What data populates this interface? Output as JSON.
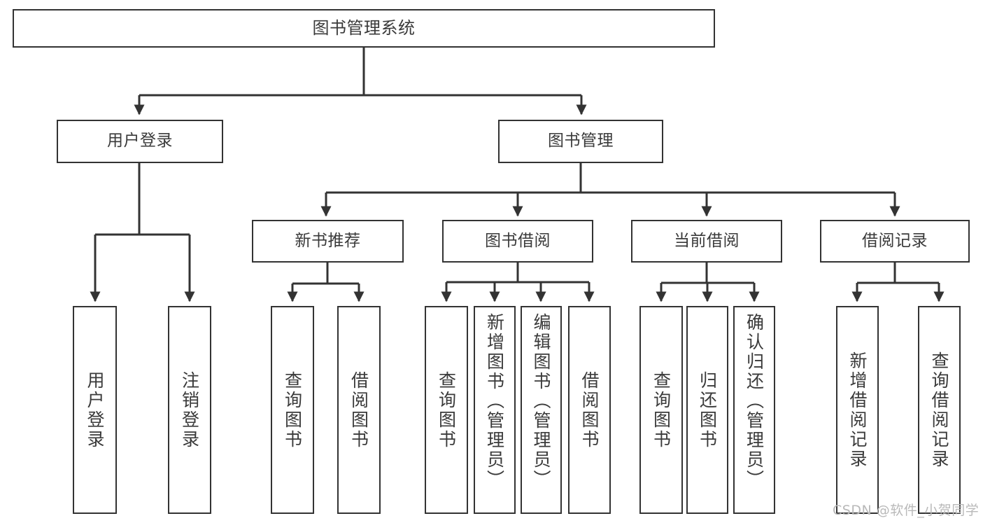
{
  "diagram": {
    "title": "图书管理系统",
    "type": "tree",
    "style": {
      "box_border_color": "#333333",
      "box_fill_color": "#ffffff",
      "text_color": "#3a3a3a",
      "edge_color": "#333333",
      "background": "#ffffff"
    },
    "root": {
      "label": "图书管理系统"
    },
    "level1": [
      {
        "label": "用户登录"
      },
      {
        "label": "图书管理"
      }
    ],
    "level2": [
      {
        "label": "新书推荐"
      },
      {
        "label": "图书借阅"
      },
      {
        "label": "当前借阅"
      },
      {
        "label": "借阅记录"
      }
    ],
    "leaves": {
      "user_login": [
        {
          "label": "用户登录"
        },
        {
          "label": "注销登录"
        }
      ],
      "new_book": [
        {
          "label": "查询图书"
        },
        {
          "label": "借阅图书"
        }
      ],
      "book_borrow": [
        {
          "label": "查询图书"
        },
        {
          "label": "新增图书（管理员）"
        },
        {
          "label": "编辑图书（管理员）"
        },
        {
          "label": "借阅图书"
        }
      ],
      "current_borrow": [
        {
          "label": "查询图书"
        },
        {
          "label": "归还图书"
        },
        {
          "label": "确认归还（管理员）"
        }
      ],
      "borrow_record": [
        {
          "label": "新增借阅记录"
        },
        {
          "label": "查询借阅记录"
        }
      ]
    }
  },
  "watermark": {
    "text": "CSDN @软件_小贺同学"
  }
}
